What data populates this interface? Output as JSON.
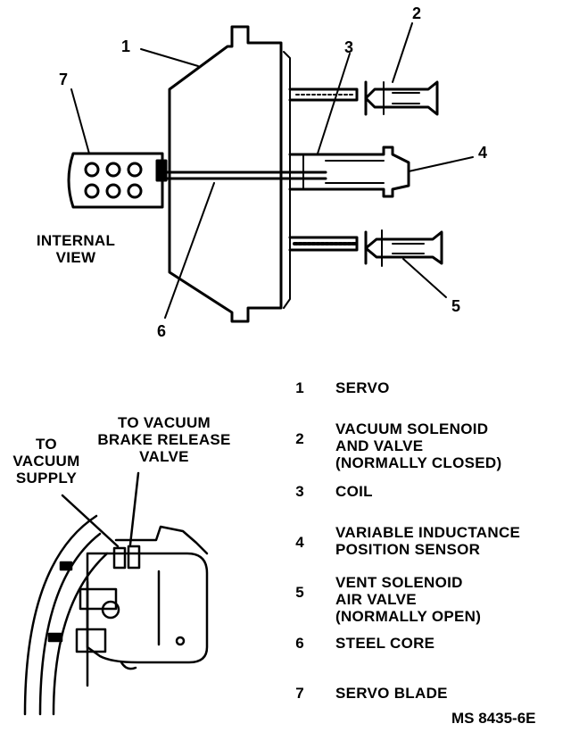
{
  "callouts": {
    "c1": "1",
    "c2": "2",
    "c3": "3",
    "c4": "4",
    "c5": "5",
    "c6": "6",
    "c7": "7"
  },
  "internal_view": {
    "line1": "INTERNAL",
    "line2": "VIEW"
  },
  "lower_labels": {
    "vacuum_supply": {
      "line1": "TO",
      "line2": "VACUUM",
      "line3": "SUPPLY"
    },
    "brake_valve": {
      "line1": "TO VACUUM",
      "line2": "BRAKE RELEASE",
      "line3": "VALVE"
    }
  },
  "legend": [
    {
      "num": "1",
      "text": "SERVO"
    },
    {
      "num": "2",
      "text": "VACUUM SOLENOID\nAND VALVE\n(NORMALLY CLOSED)"
    },
    {
      "num": "3",
      "text": "COIL"
    },
    {
      "num": "4",
      "text": "VARIABLE INDUCTANCE\nPOSITION SENSOR"
    },
    {
      "num": "5",
      "text": "VENT SOLENOID\nAIR VALVE\n(NORMALLY OPEN)"
    },
    {
      "num": "6",
      "text": "STEEL CORE"
    },
    {
      "num": "7",
      "text": "SERVO BLADE"
    }
  ],
  "figure_ref": "MS 8435-6E"
}
